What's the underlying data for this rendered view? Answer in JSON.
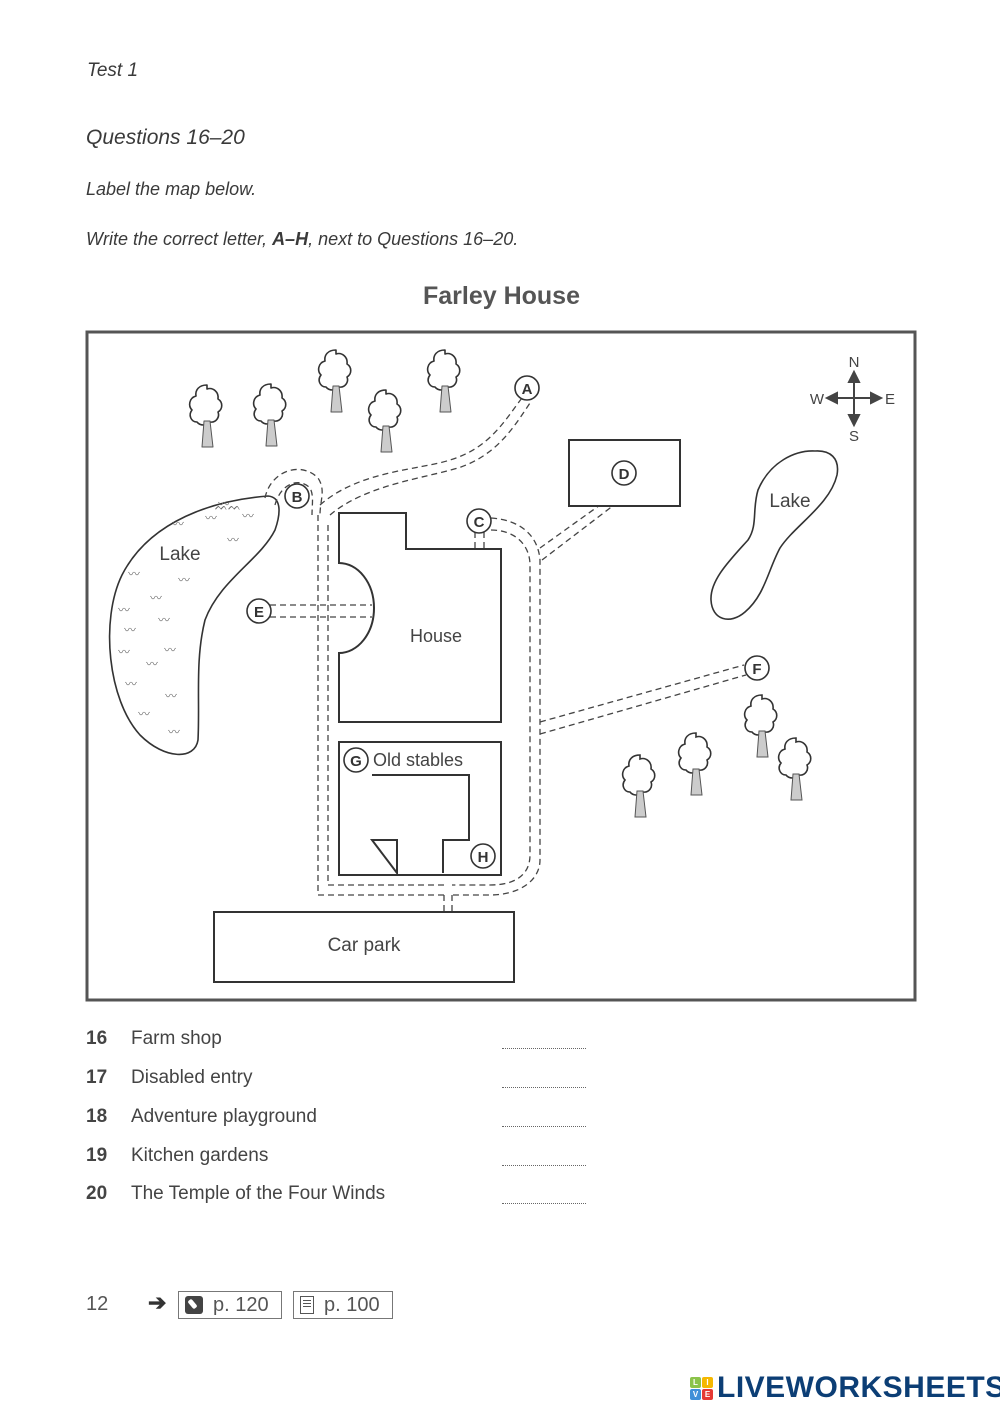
{
  "header": {
    "test_label": "Test 1",
    "questions_heading": "Questions 16–20",
    "instruction_1": "Label the map below.",
    "instruction_2_pre": "Write the correct letter, ",
    "instruction_2_bold": "A–H",
    "instruction_2_post": ", next to Questions 16–20."
  },
  "map": {
    "title": "Farley House",
    "compass": {
      "north": "N",
      "south": "S",
      "east": "E",
      "west": "W"
    },
    "places": {
      "lake_west": "Lake",
      "lake_east": "Lake",
      "house": "House",
      "old_stables": "Old stables",
      "car_park": "Car park"
    },
    "markers": [
      "A",
      "B",
      "C",
      "D",
      "E",
      "F",
      "G",
      "H"
    ]
  },
  "questions": [
    {
      "number": "16",
      "text": "Farm shop",
      "answer": ""
    },
    {
      "number": "17",
      "text": "Disabled entry",
      "answer": ""
    },
    {
      "number": "18",
      "text": "Adventure playground",
      "answer": ""
    },
    {
      "number": "19",
      "text": "Kitchen gardens",
      "answer": ""
    },
    {
      "number": "20",
      "text": "The Temple of the Four Winds",
      "answer": ""
    }
  ],
  "footer": {
    "page_number": "12",
    "arrow": "➔",
    "ref_1": "p. 120",
    "ref_1_icon": "pen-square-icon",
    "ref_2": "p. 100",
    "ref_2_icon": "notes-icon"
  },
  "brand": {
    "name": "LIVEWORKSHEETS",
    "logo_letters": [
      "L",
      "I",
      "V",
      "E"
    ],
    "logo_colors": [
      "#8bc34a",
      "#f5b800",
      "#3f8fd8",
      "#e53935"
    ],
    "text_color": "#0c3e75"
  }
}
